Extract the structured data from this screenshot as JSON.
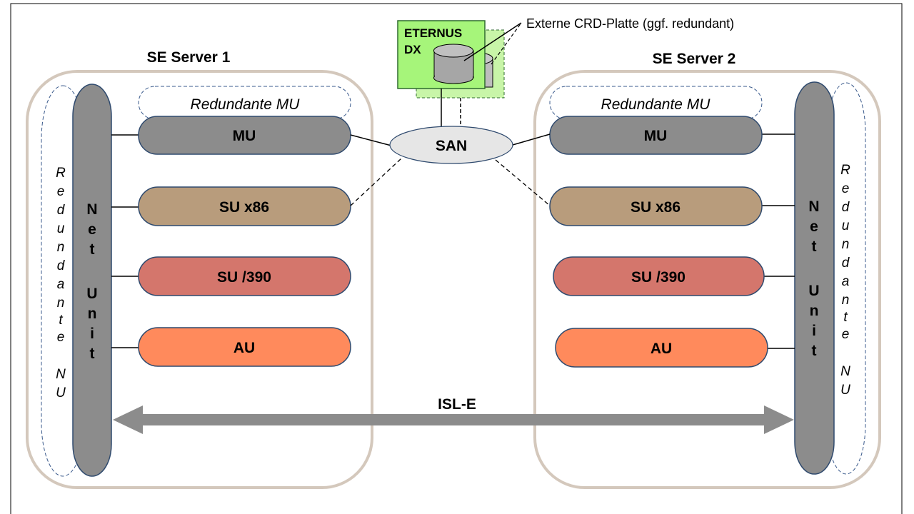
{
  "server1": {
    "title": "SE Server 1",
    "redundant_mu": "Redundante MU",
    "units": [
      "MU",
      "SU x86",
      "SU /390",
      "AU"
    ],
    "net_unit": "Net Unit",
    "redundant_nu": "Redundante NU"
  },
  "server2": {
    "title": "SE Server 2",
    "redundant_mu": "Redundante MU",
    "units": [
      "MU",
      "SU x86",
      "SU /390",
      "AU"
    ],
    "net_unit": "Net Unit",
    "redundant_nu": "Redundante NU"
  },
  "storage": {
    "name_line1": "ETERNUS",
    "name_line2": "DX",
    "callout": "Externe CRD-Platte (ggf. redundant)"
  },
  "san": {
    "label": "SAN"
  },
  "isl": {
    "label": "ISL-E"
  },
  "colors": {
    "mu": "#8c8c8c",
    "su_x86": "#b89c7c",
    "su_390": "#d4766c",
    "au": "#ff8a5c",
    "net_unit": "#8c8c8c",
    "server_frame": "#d4c8bc",
    "storage_green": "#a6f57a",
    "san_fill": "#e6e6e6",
    "isl_arrow": "#8c8c8c"
  }
}
